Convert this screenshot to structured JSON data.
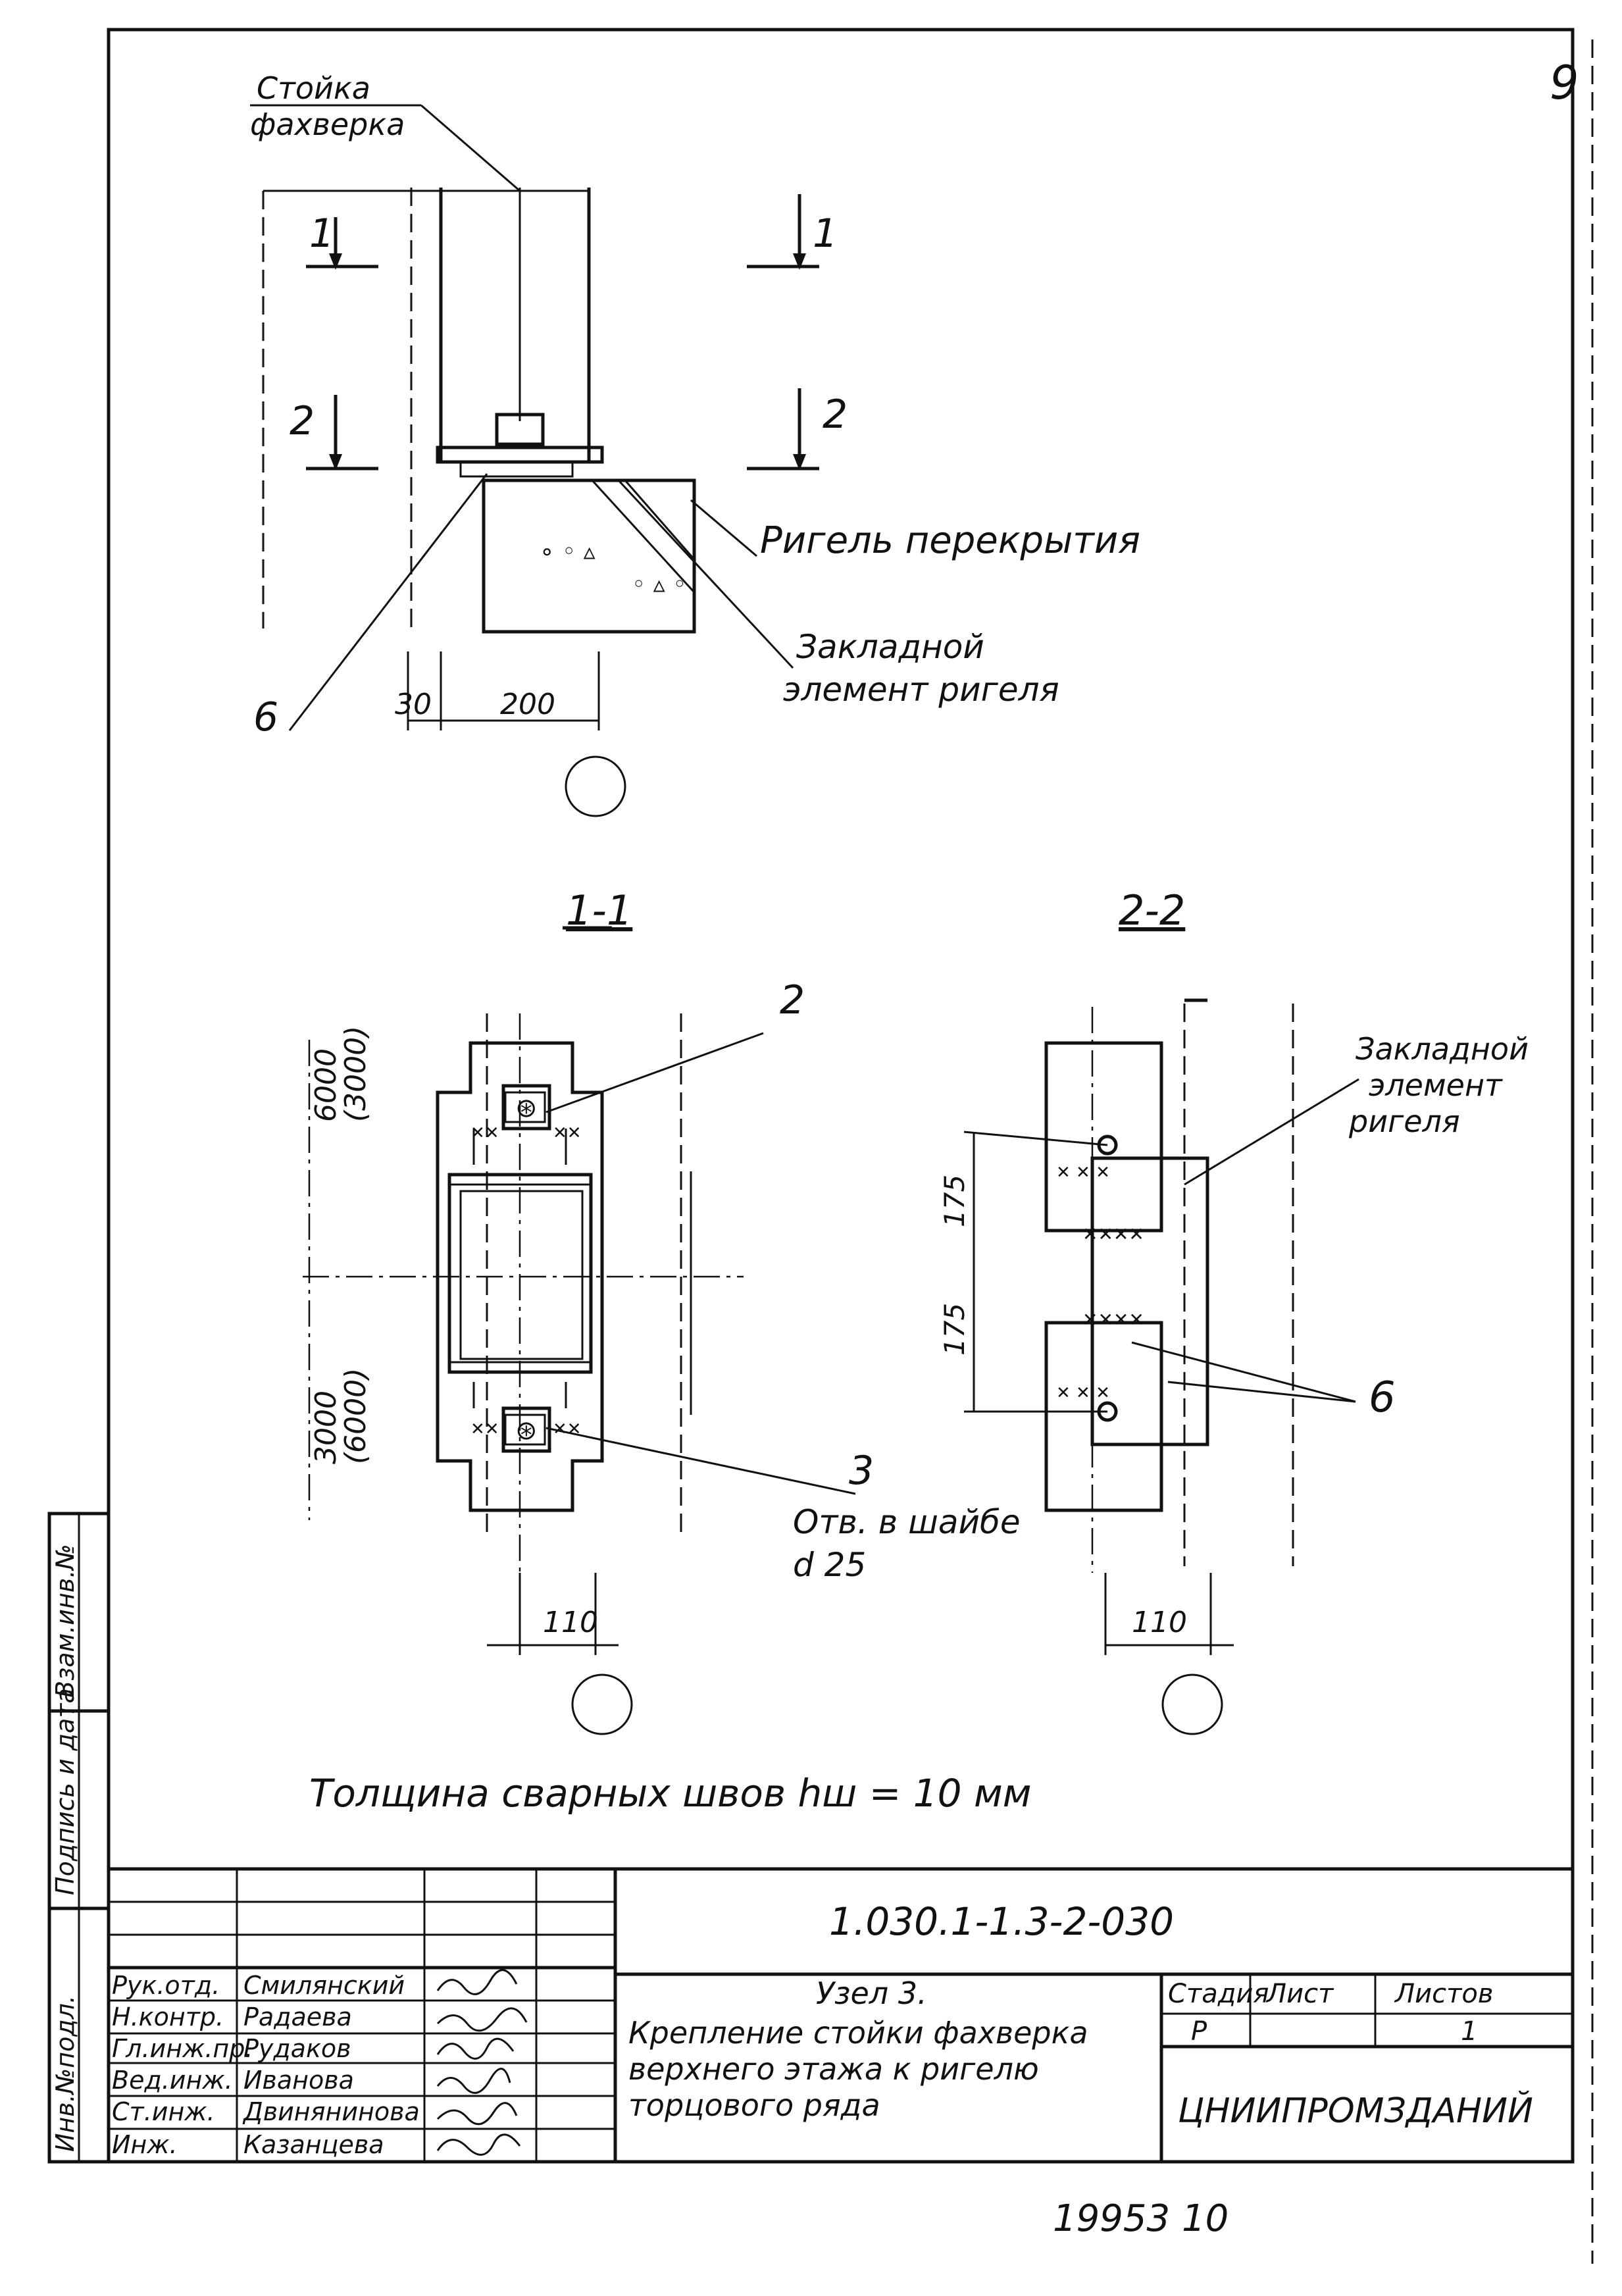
{
  "sheet": {
    "page_number": "9",
    "designation": "1.030.1-1.3-2-030",
    "sheet_footer": "19953  10",
    "title_node": "Узел 3.",
    "title_lines": [
      "Крепление стойки фахверка",
      "верхнего этажа к ригелю",
      "торцового ряда"
    ],
    "organization": "ЦНИИПРОМЗДАНИЙ",
    "stage_header": "Стадия",
    "sheet_header": "Лист",
    "sheets_header": "Листов",
    "stage_value": "Р",
    "sheets_value": "1"
  },
  "signatures": [
    {
      "role": "Рук.отд.",
      "name": "Смилянский"
    },
    {
      "role": "Н.контр.",
      "name": "Радаева"
    },
    {
      "role": "Гл.инж.пр.",
      "name": "Рудаков"
    },
    {
      "role": "Вед.инж.",
      "name": "Иванова"
    },
    {
      "role": "Ст.инж.",
      "name": "Двинянинова"
    },
    {
      "role": "Инж.",
      "name": "Казанцева"
    }
  ],
  "side_stamp": [
    "Инв.№подл.",
    "Подпись и дата",
    "Взам.инв.№"
  ],
  "labels": {
    "column_top": "Стойка",
    "column_bottom": "фахверка",
    "girder": "Ригель перекрытия",
    "embedded_1": "Закладной",
    "embedded_2": "элемент ригеля",
    "embedded_r1": "Закладной",
    "embedded_r2": "элемент",
    "embedded_r3": "ригеля",
    "hole_1": "Отв. в шайбе",
    "hole_2": "d 25",
    "weld_note": "Толщина сварных швов hш = 10 мм"
  },
  "dimensions": {
    "d30": "30",
    "d200": "200",
    "d110_left": "110",
    "d110_right": "110",
    "d175_top": "175",
    "d175_bottom": "175",
    "ratio_top_num": "6000",
    "ratio_top_den": "(3000)",
    "ratio_bot_num": "3000",
    "ratio_bot_den": "(6000)"
  },
  "markers": {
    "sec1": "1",
    "sec2": "2",
    "section_1_1": "1-1",
    "section_2_2": "2-2",
    "pos2": "2",
    "pos3": "3",
    "pos6": "6",
    "pos6_right": "6"
  }
}
